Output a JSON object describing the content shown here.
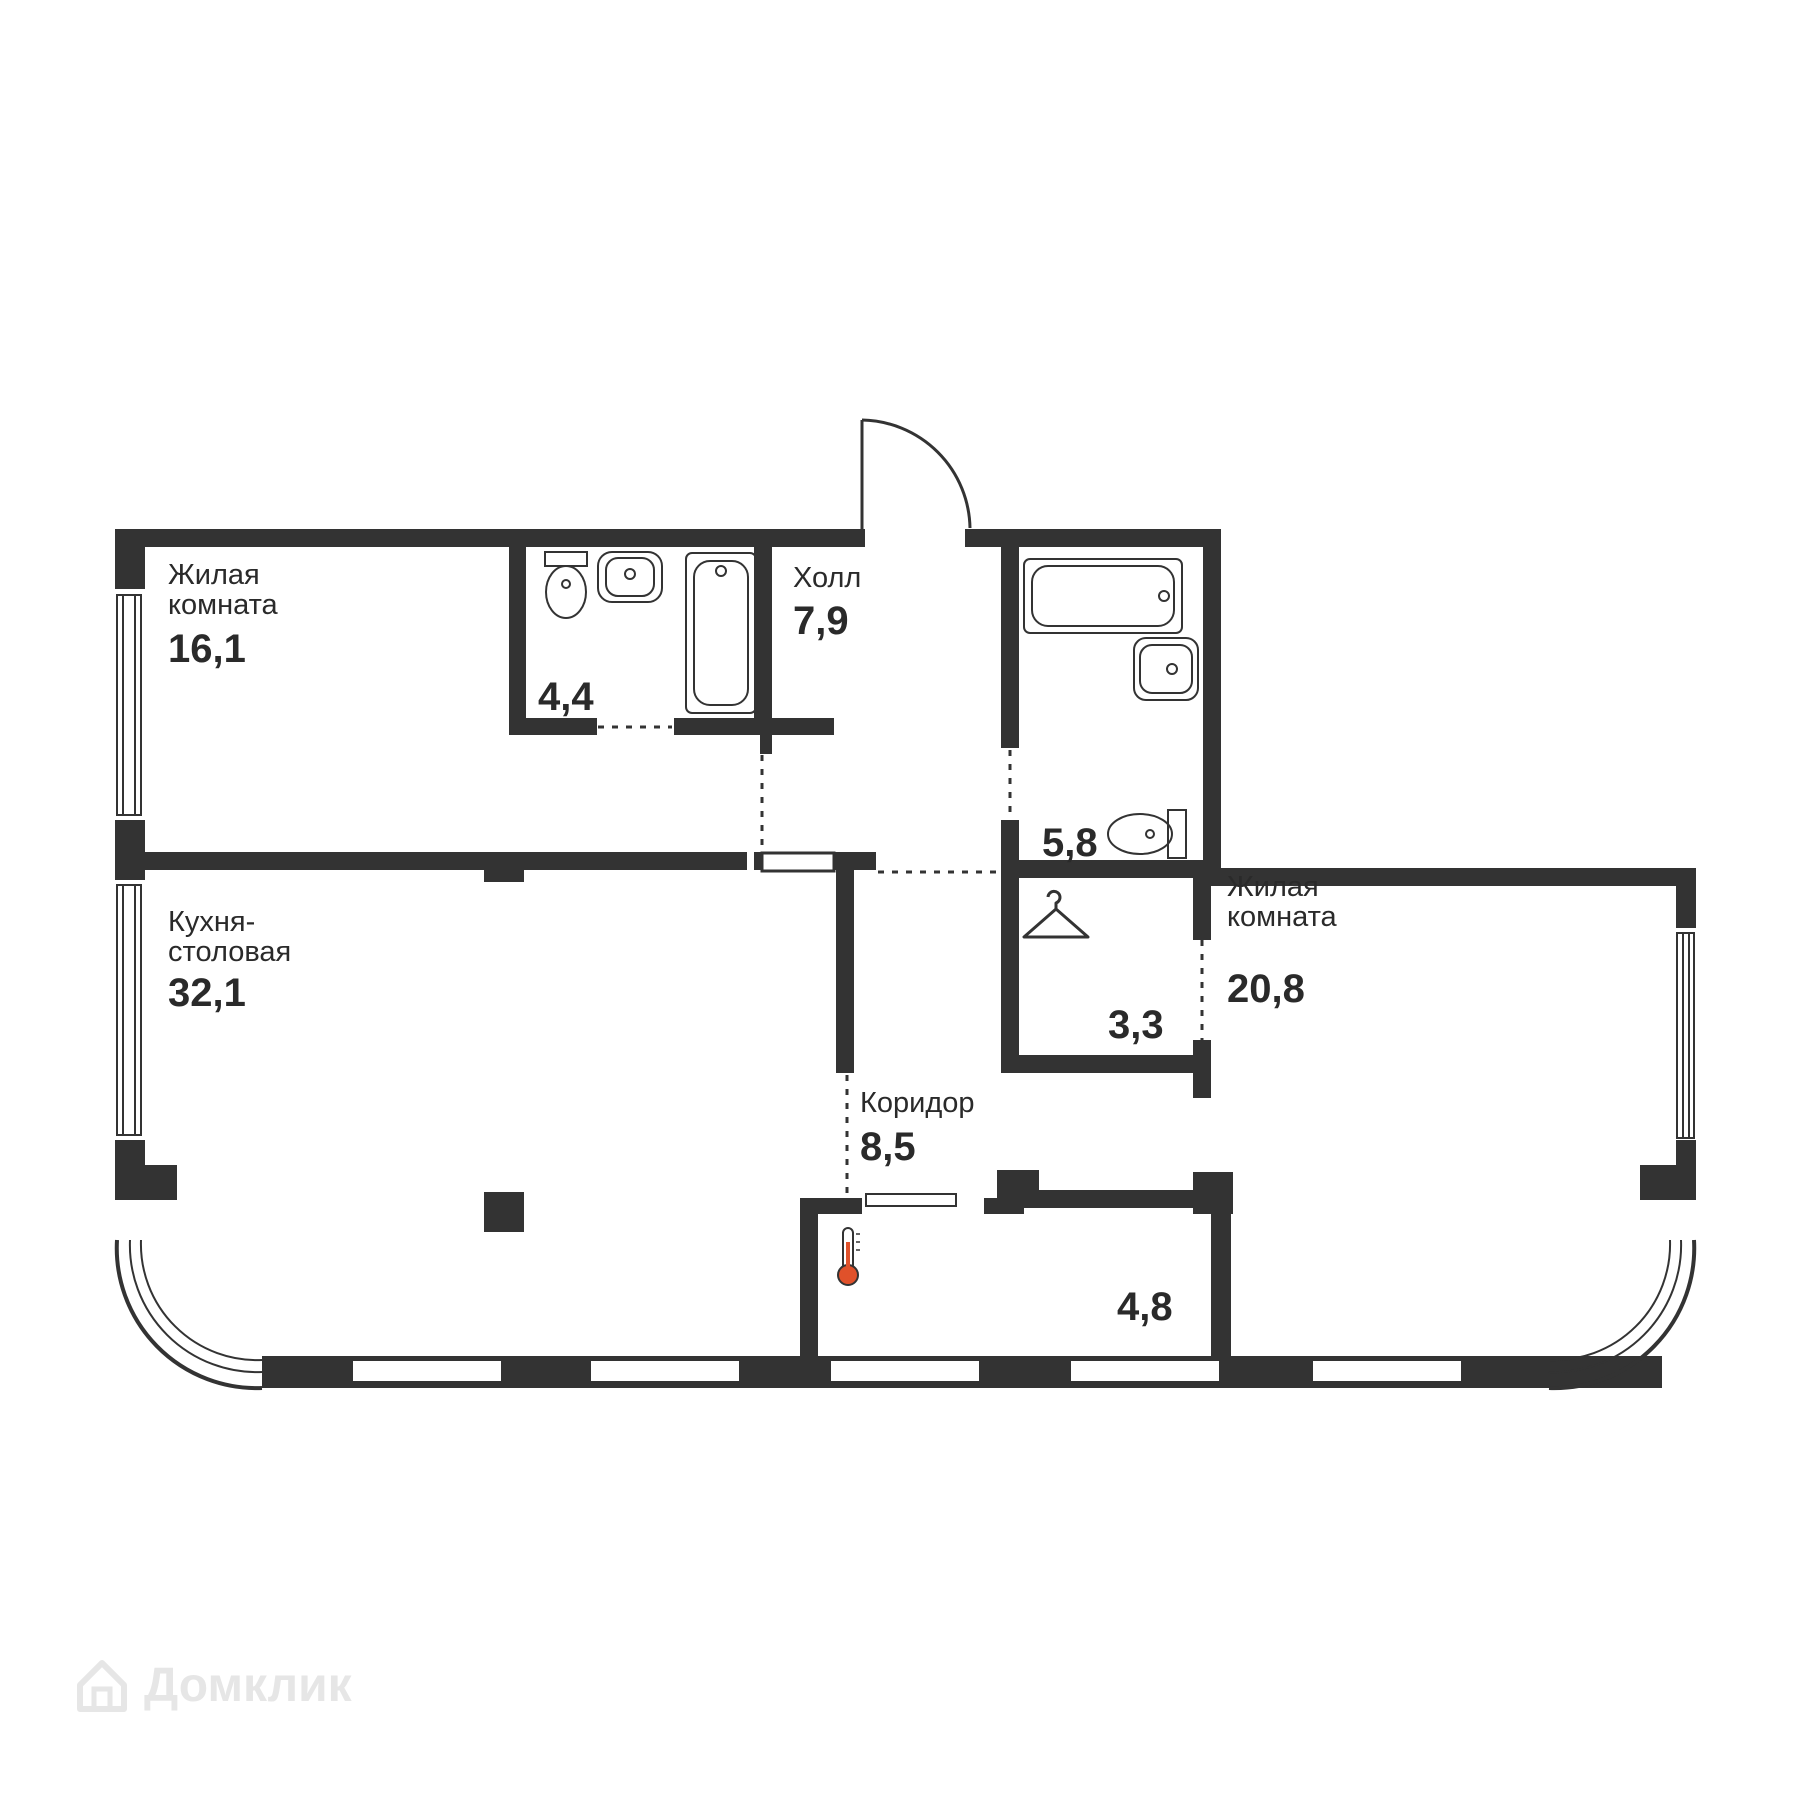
{
  "rooms": {
    "living1": {
      "label": "Жилая\nкомната",
      "area": "16,1"
    },
    "bath1": {
      "area": "4,4"
    },
    "hall": {
      "label": "Холл",
      "area": "7,9"
    },
    "bath2": {
      "area": "5,8"
    },
    "kitchen": {
      "label": "Кухня-\nстоловая",
      "area": "32,1"
    },
    "wardrobe": {
      "area": "3,3"
    },
    "living2": {
      "label": "Жилая\nкомната",
      "area": "20,8"
    },
    "corridor": {
      "label": "Коридор",
      "area": "8,5"
    },
    "balcony": {
      "area": "4,8"
    }
  },
  "icons": {
    "wardrobe": "hanger-icon",
    "balcony": "thermometer-icon",
    "watermark": "house-logo-icon"
  },
  "watermark": {
    "text": "Домклик"
  },
  "colors": {
    "wall": "#333333",
    "accent": "#e0512a",
    "watermark": "#d2d2d2"
  }
}
